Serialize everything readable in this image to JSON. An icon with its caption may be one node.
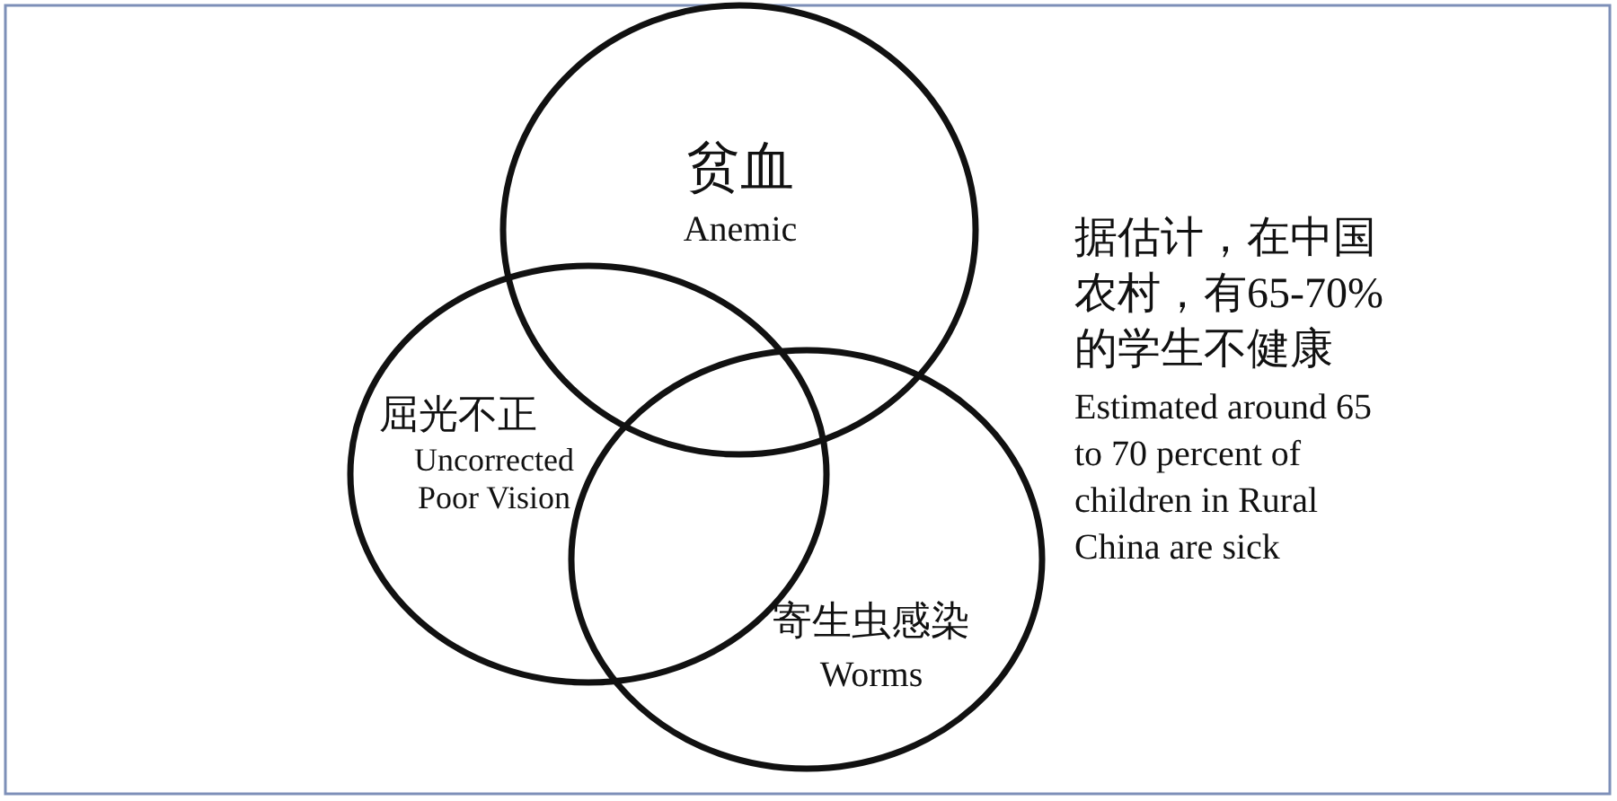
{
  "diagram": {
    "nodes": [
      {
        "text": [
          "贫血",
          "Anemic"
        ]
      },
      {
        "text": [
          "屈光不正",
          "Uncorrected Poor Vision"
        ]
      },
      {
        "text": [
          "寄生虫感染",
          "Worms"
        ]
      }
    ],
    "edges": [],
    "labels": [
      "据估计，在中国农村，有65-70%的学生不健康",
      "Estimated around 65 to 70 percent of children in Rural China are sick"
    ]
  }
}
